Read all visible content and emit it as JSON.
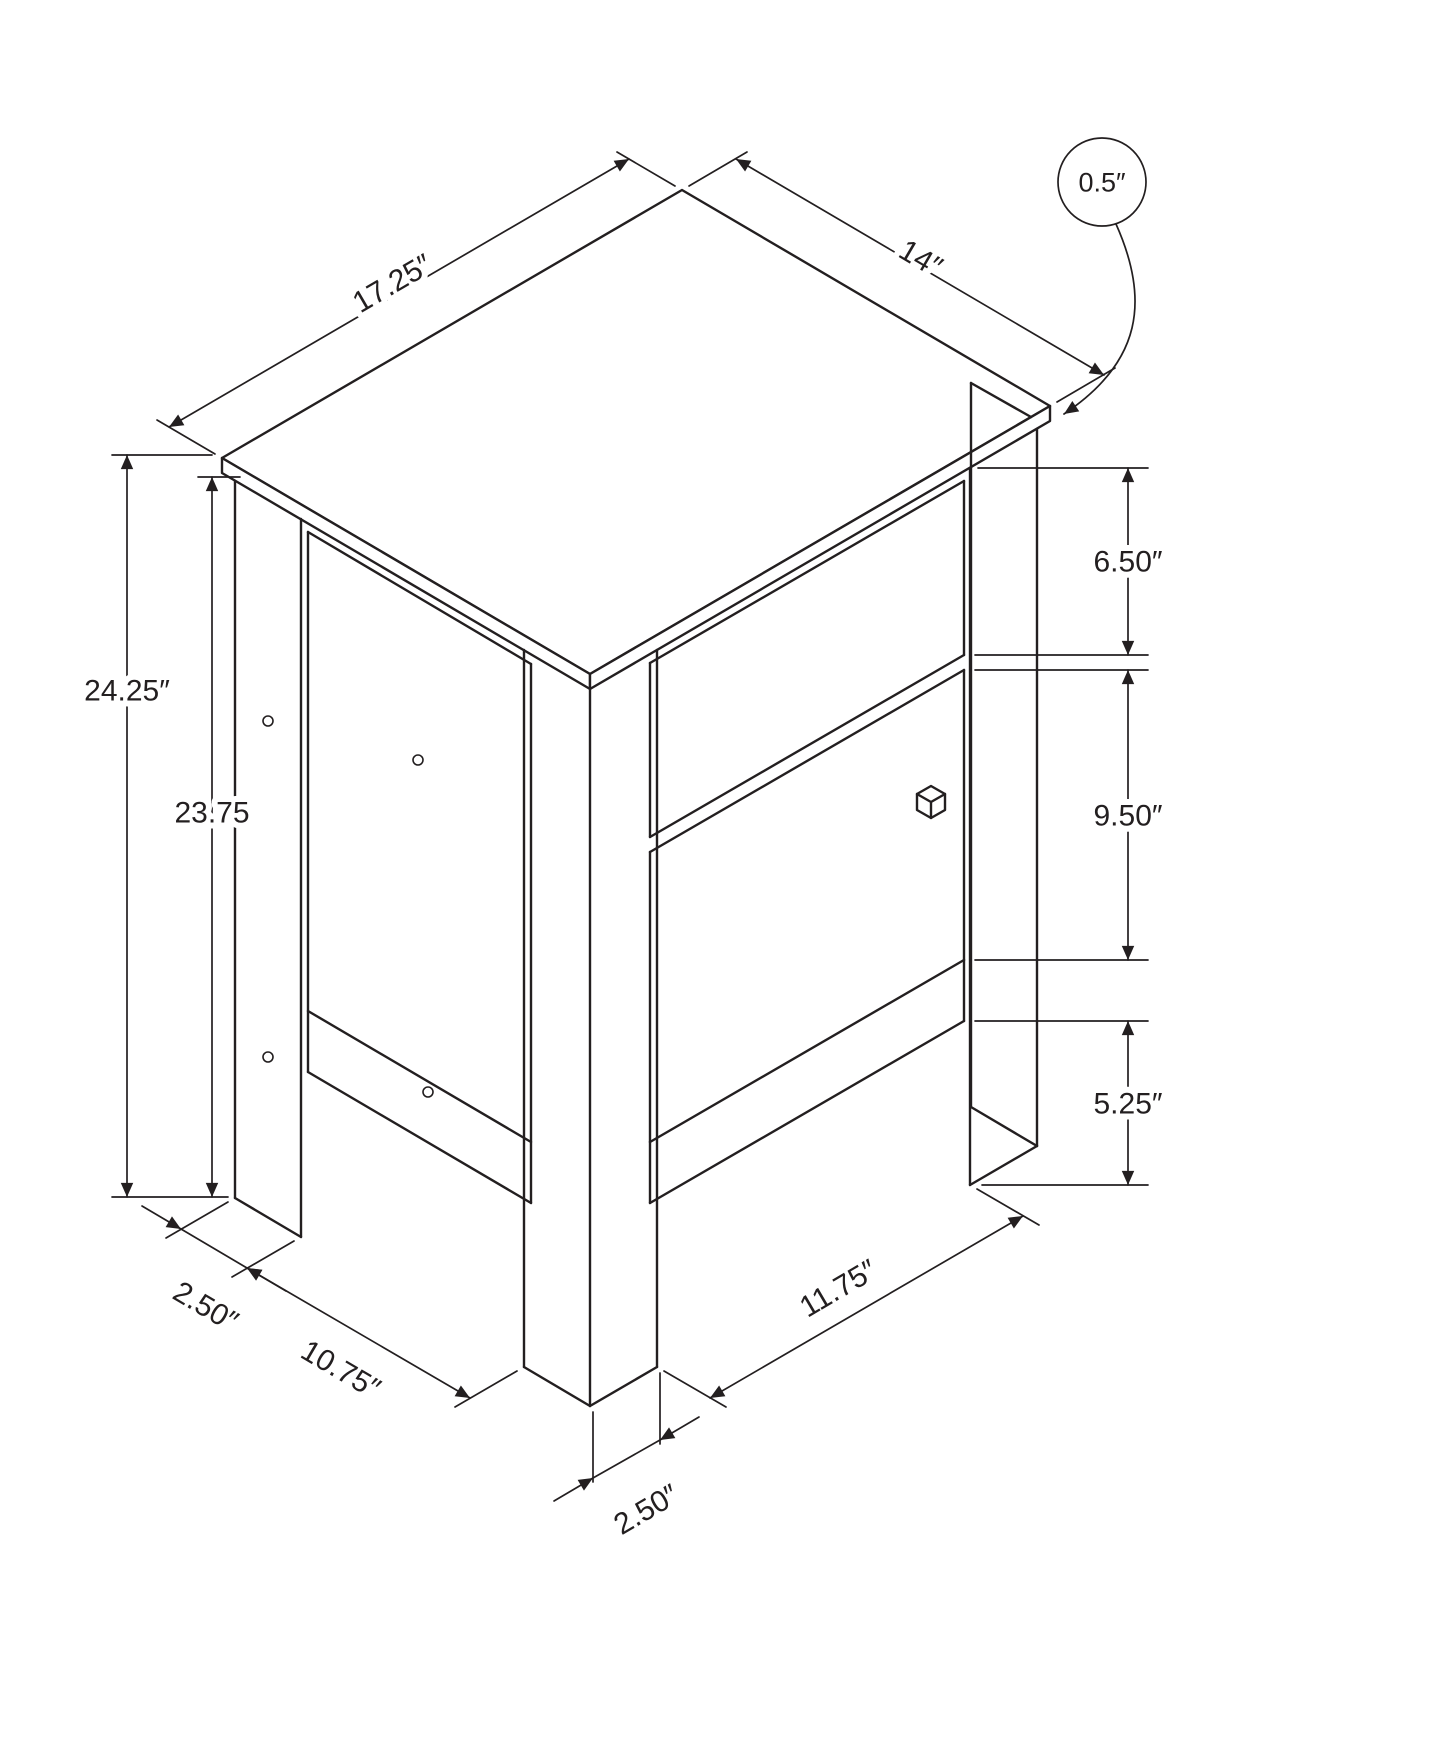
{
  "diagram": {
    "type": "isometric-furniture-dimension-drawing",
    "subject": "accent end table with open shelf and cabinet door",
    "style": {
      "line_color": "#231f20",
      "background": "#ffffff"
    },
    "labels": {
      "top_width": "17.25″",
      "top_depth": "14″",
      "top_thickness": "0.5″",
      "overall_height": "24.25″",
      "leg_height": "23.75",
      "shelf_opening_height": "6.50″",
      "door_height": "9.50″",
      "floor_clearance": "5.25″",
      "side_leg_width": "2.50″",
      "side_bottom_span": "10.75″",
      "front_bottom_span": "11.75″",
      "front_leg_width": "2.50″"
    }
  }
}
